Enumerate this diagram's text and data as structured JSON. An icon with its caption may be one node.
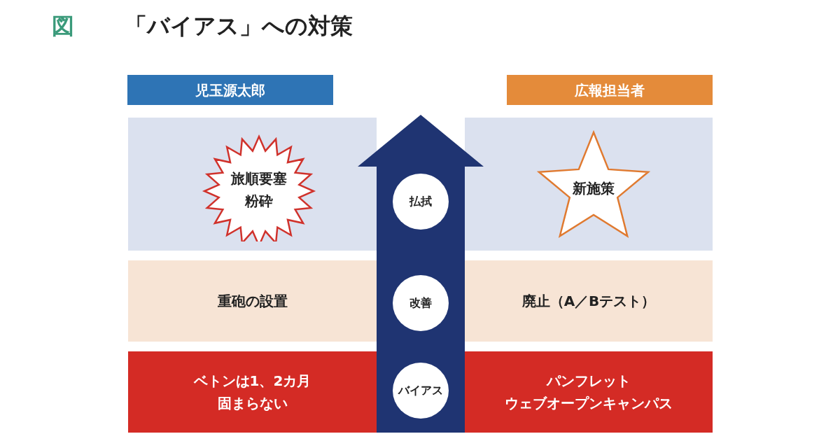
{
  "diagram": {
    "title": "「バイアス」への対策",
    "nodes": [
      {
        "text": [
          "児玉源太郎"
        ]
      },
      {
        "text": [
          "広報担当者"
        ]
      },
      {
        "text": [],
        "shape": "box"
      },
      {
        "text": [
          "旅順要塞粉砕"
        ],
        "in": 2
      },
      {
        "text": [
          "払拭"
        ]
      },
      {
        "text": [],
        "shape": "box"
      },
      {
        "text": [
          "新施策"
        ],
        "in": 5
      },
      {
        "text": [],
        "shape": "box"
      },
      {
        "text": [
          "重砲の設置"
        ],
        "in": 7
      },
      {
        "text": [
          "改善"
        ]
      },
      {
        "text": [],
        "shape": "box"
      },
      {
        "text": [
          "廃止（A／Bテスト）"
        ],
        "in": 10
      },
      {
        "text": [],
        "shape": "box"
      },
      {
        "text": [
          "ベトンは1、2カ月固まらない"
        ],
        "in": 12
      },
      {
        "text": [
          "バイアス"
        ]
      },
      {
        "text": [],
        "shape": "box"
      },
      {
        "text": [
          "パンフレット",
          "ウェブオープンキャンパス"
        ],
        "in": 15
      }
    ],
    "labels": [
      "図"
    ]
  }
}
